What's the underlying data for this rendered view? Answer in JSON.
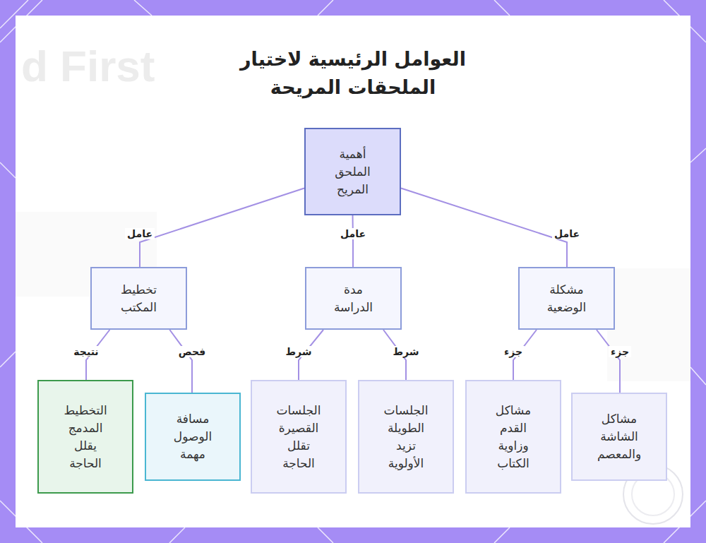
{
  "diagram": {
    "title": "العوامل الرئيسية لاختيار الملحقات المريحة",
    "nodes": [
      {
        "text": [
          "أهمية الملحق المريح"
        ]
      },
      {
        "text": [
          "مشكلة الوضعية"
        ]
      },
      {
        "text": [
          "مدة الدراسة"
        ]
      },
      {
        "text": [
          "تخطيط المكتب"
        ]
      },
      {
        "text": [
          "مشاكل الشاشة والمعصم"
        ]
      },
      {
        "text": [
          "مشاكل القدم وزاوية الكتاب"
        ]
      },
      {
        "text": [
          "الجلسات الطويلة تزيد الأولوية"
        ]
      },
      {
        "text": [
          "الجلسات القصيرة تقلل الحاجة"
        ]
      },
      {
        "text": [
          "مسافة الوصول مهمة"
        ]
      },
      {
        "text": [
          "التخطيط المدمج يقلل الحاجة"
        ]
      }
    ],
    "edges": [
      {
        "from": 0,
        "to": 1,
        "label": "عامل",
        "arrow": "none"
      },
      {
        "from": 0,
        "to": 2,
        "label": "عامل",
        "arrow": "none"
      },
      {
        "from": 0,
        "to": 3,
        "label": "عامل",
        "arrow": "none"
      },
      {
        "from": 1,
        "to": 4,
        "label": "جزء",
        "arrow": "none"
      },
      {
        "from": 1,
        "to": 5,
        "label": "جزء",
        "arrow": "none"
      },
      {
        "from": 2,
        "to": 6,
        "label": "شرط",
        "arrow": "none"
      },
      {
        "from": 2,
        "to": 7,
        "label": "شرط",
        "arrow": "none"
      },
      {
        "from": 3,
        "to": 8,
        "label": "فحص",
        "arrow": "none"
      },
      {
        "from": 3,
        "to": 9,
        "label": "نتيجة",
        "arrow": "none"
      }
    ],
    "labels": [
      "d First"
    ]
  }
}
